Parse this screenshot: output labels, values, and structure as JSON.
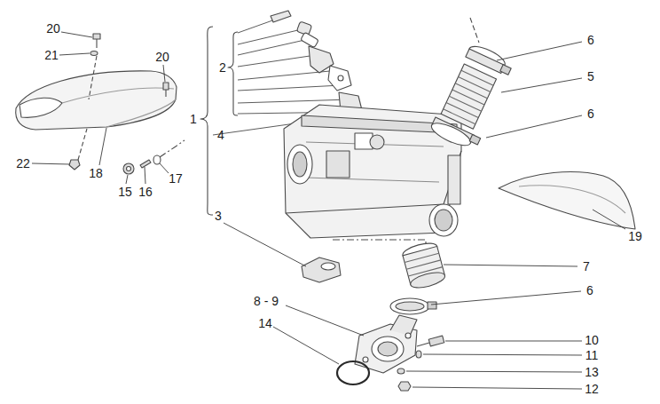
{
  "diagram": {
    "labels": [
      "20",
      "21",
      "20",
      "2",
      "1",
      "6",
      "5",
      "6",
      "4",
      "22",
      "18",
      "15",
      "16",
      "17",
      "3",
      "19",
      "7",
      "6",
      "8 - 9",
      "14",
      "10",
      "11",
      "13",
      "12"
    ]
  }
}
